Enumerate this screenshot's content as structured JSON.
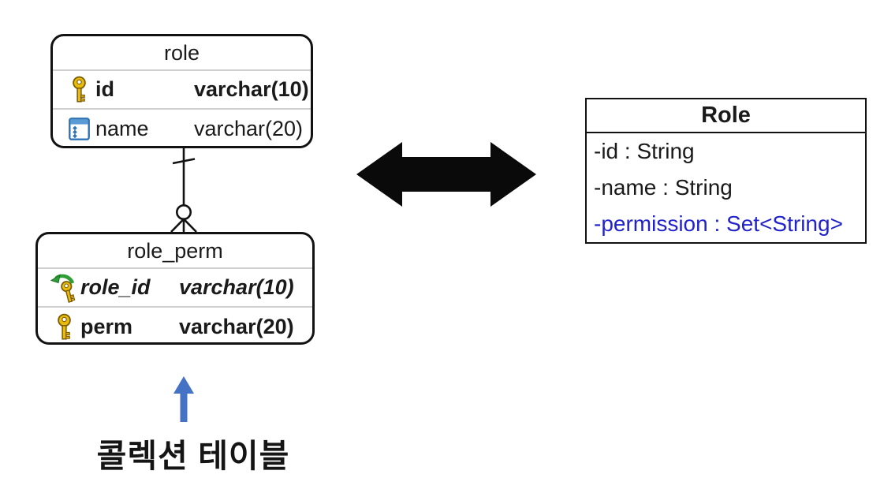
{
  "er_diagram": {
    "tables": [
      {
        "name": "role",
        "columns": [
          {
            "icon": "primary-key-icon",
            "name": "id",
            "type": "varchar(10)"
          },
          {
            "icon": "column-icon",
            "name": "name",
            "type": "varchar(20)"
          }
        ]
      },
      {
        "name": "role_perm",
        "columns": [
          {
            "icon": "foreign-key-icon",
            "name": "role_id",
            "type": "varchar(10)"
          },
          {
            "icon": "primary-key-icon",
            "name": "perm",
            "type": "varchar(20)"
          }
        ]
      }
    ],
    "relationship": {
      "from": "role",
      "to": "role_perm",
      "cardinality": "one-to-zero-or-many",
      "from_end": "one",
      "to_end": "zero-or-many"
    }
  },
  "uml_class": {
    "name": "Role",
    "attributes": [
      {
        "text": "-id : String",
        "color": "#1a1a1a"
      },
      {
        "text": "-name : String",
        "color": "#1a1a1a"
      },
      {
        "text": "-permission : Set<String>",
        "color": "#2222cc"
      }
    ]
  },
  "annotation": {
    "text": "콜렉션 테이블",
    "arrow_direction": "up",
    "arrow_color": "#4472c4"
  },
  "colors": {
    "background": "#ffffff",
    "box_border": "#121212",
    "separator": "#cfcfcf",
    "big_arrow": "#0a0a0a",
    "uml_attr_blue": "#2222cc",
    "key_gold": "#e9bb0b",
    "key_outline": "#7a5c00",
    "fk_arrow_green": "#2f9e36",
    "column_icon_blue": "#2e74b5"
  }
}
